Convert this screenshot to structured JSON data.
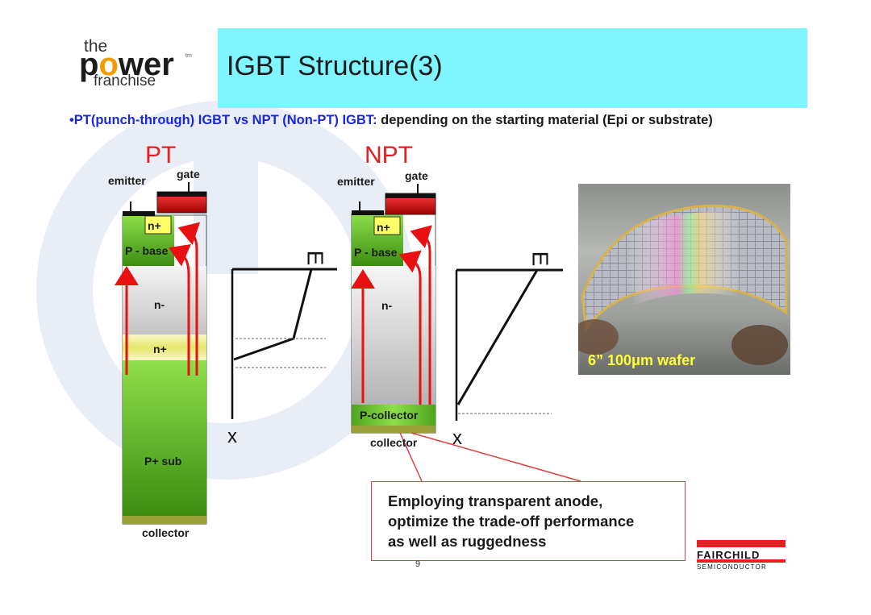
{
  "logo": {
    "the": "the",
    "power_p": "p",
    "power_o": "o",
    "power_rest": "wer",
    "tm": "tm",
    "franchise": "franchise"
  },
  "title": "IGBT Structure(3)",
  "subtitle": {
    "bullet_blue": "•PT(punch-through) IGBT vs NPT (Non-PT) IGBT:",
    "rest": " depending on the starting material (Epi or substrate)"
  },
  "pt": {
    "heading": "PT",
    "emitter": "emitter",
    "gate": "gate",
    "layers": [
      "n+",
      "P - base",
      "n-",
      "n+",
      "P+ sub"
    ],
    "collector": "collector",
    "profile_axis_top": "E",
    "profile_axis_side": "x"
  },
  "npt": {
    "heading": "NPT",
    "emitter": "emitter",
    "gate": "gate",
    "layers": [
      "n+",
      "P - base",
      "n-",
      "P-collector"
    ],
    "collector": "collector",
    "profile_axis_top": "E",
    "profile_axis_side": "x"
  },
  "photo": {
    "caption": "6” 100μm wafer"
  },
  "callout": [
    "Employing transparent anode,",
    "optimize the trade-off performance",
    "as well as ruggedness"
  ],
  "page_number": "9",
  "footer_logo": {
    "name": "FAIRCHILD",
    "sub": "SEMICONDUCTOR",
    "color": "#e62020"
  },
  "colors": {
    "title_bar": "#7ff5ff",
    "subtitle_blue": "#1a28d8",
    "heading_red": "#e62020",
    "arrow_red": "#e81010"
  }
}
